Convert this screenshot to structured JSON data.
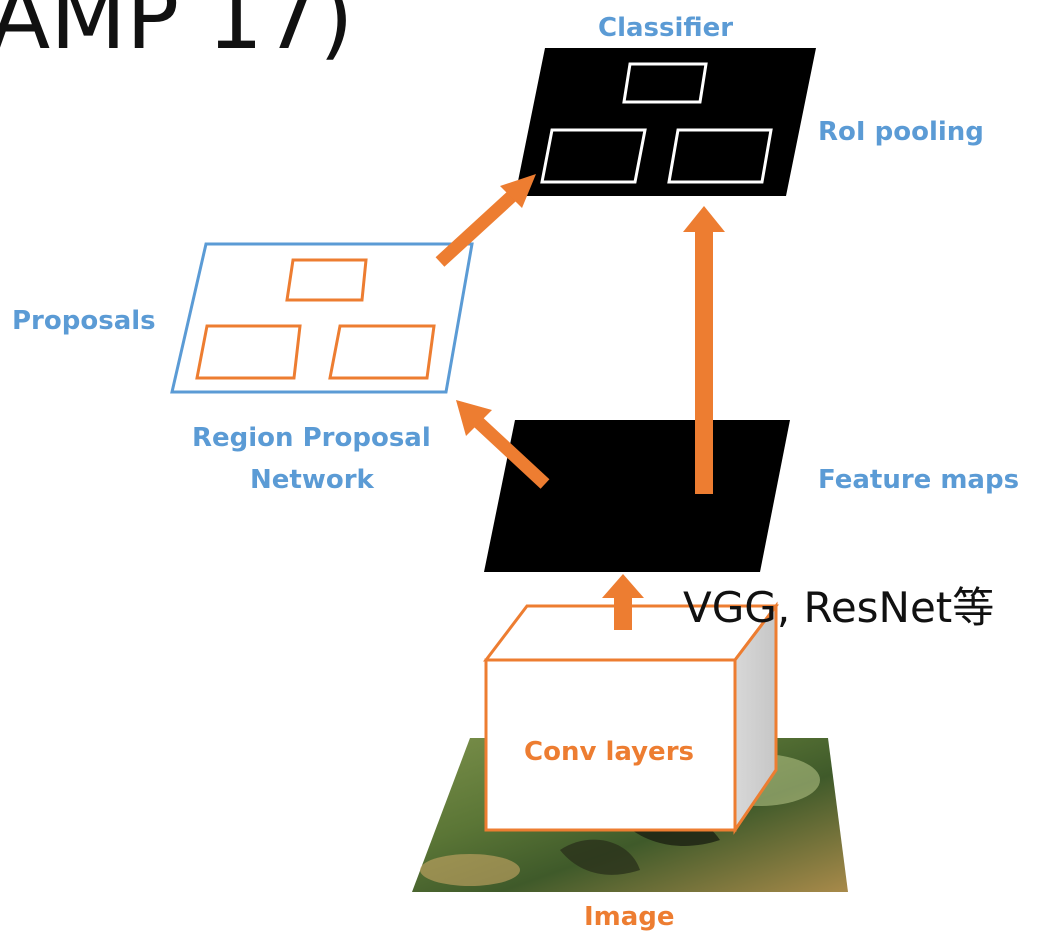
{
  "heading": {
    "partial_text": "AMP 17)"
  },
  "labels": {
    "classifier": "Classifier",
    "roi_pooling": "RoI pooling",
    "proposals": "Proposals",
    "rpn_line1": "Region Proposal",
    "rpn_line2": "Network",
    "feature_maps": "Feature maps",
    "backbone_note": "VGG, ResNet等",
    "conv_layers": "Conv layers",
    "image": "Image"
  },
  "colors": {
    "blue_label": "#5b9bd5",
    "orange_accent": "#ed7d31",
    "map_fill": "#000000"
  }
}
